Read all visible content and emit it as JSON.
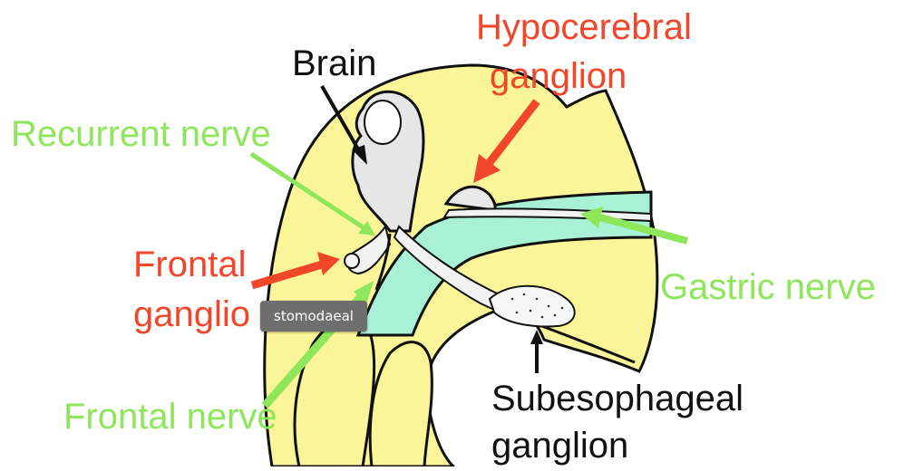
{
  "labels": {
    "brain": "Brain",
    "hypocerebral_line1": "Hypocerebral",
    "hypocerebral_line2": "ganglion",
    "recurrent_nerve": "Recurrent nerve",
    "frontal_ganglion_line1": "Frontal",
    "frontal_ganglion_line2": "ganglio",
    "gastric_nerve": "Gastric nerve",
    "frontal_nerve": "Frontal nerve",
    "subesophageal_line1": "Subesophageal",
    "subesophageal_line2": "ganglion"
  },
  "tooltip": {
    "text": "stomodaeal"
  },
  "colors": {
    "head_fill": "#fbf59a",
    "gut_fill": "#a8f0d6",
    "nerve_fill": "#f2f2f2",
    "outline": "#111111",
    "red_label": "#f2462a",
    "green_label": "#8ee65a"
  }
}
